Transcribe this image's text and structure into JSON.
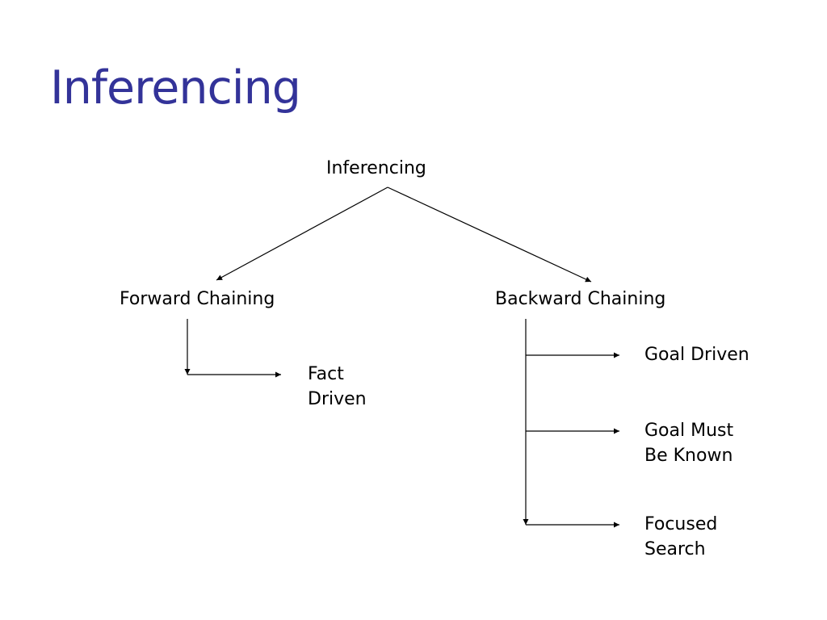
{
  "slide": {
    "title": "Inferencing",
    "title_color": "#333399"
  },
  "diagram": {
    "root": "Inferencing",
    "forward": {
      "label": "Forward Chaining",
      "children": [
        "Fact\nDriven"
      ]
    },
    "backward": {
      "label": "Backward Chaining",
      "children": [
        "Goal Driven",
        "Goal Must\nBe Known",
        "Focused\nSearch"
      ]
    }
  }
}
